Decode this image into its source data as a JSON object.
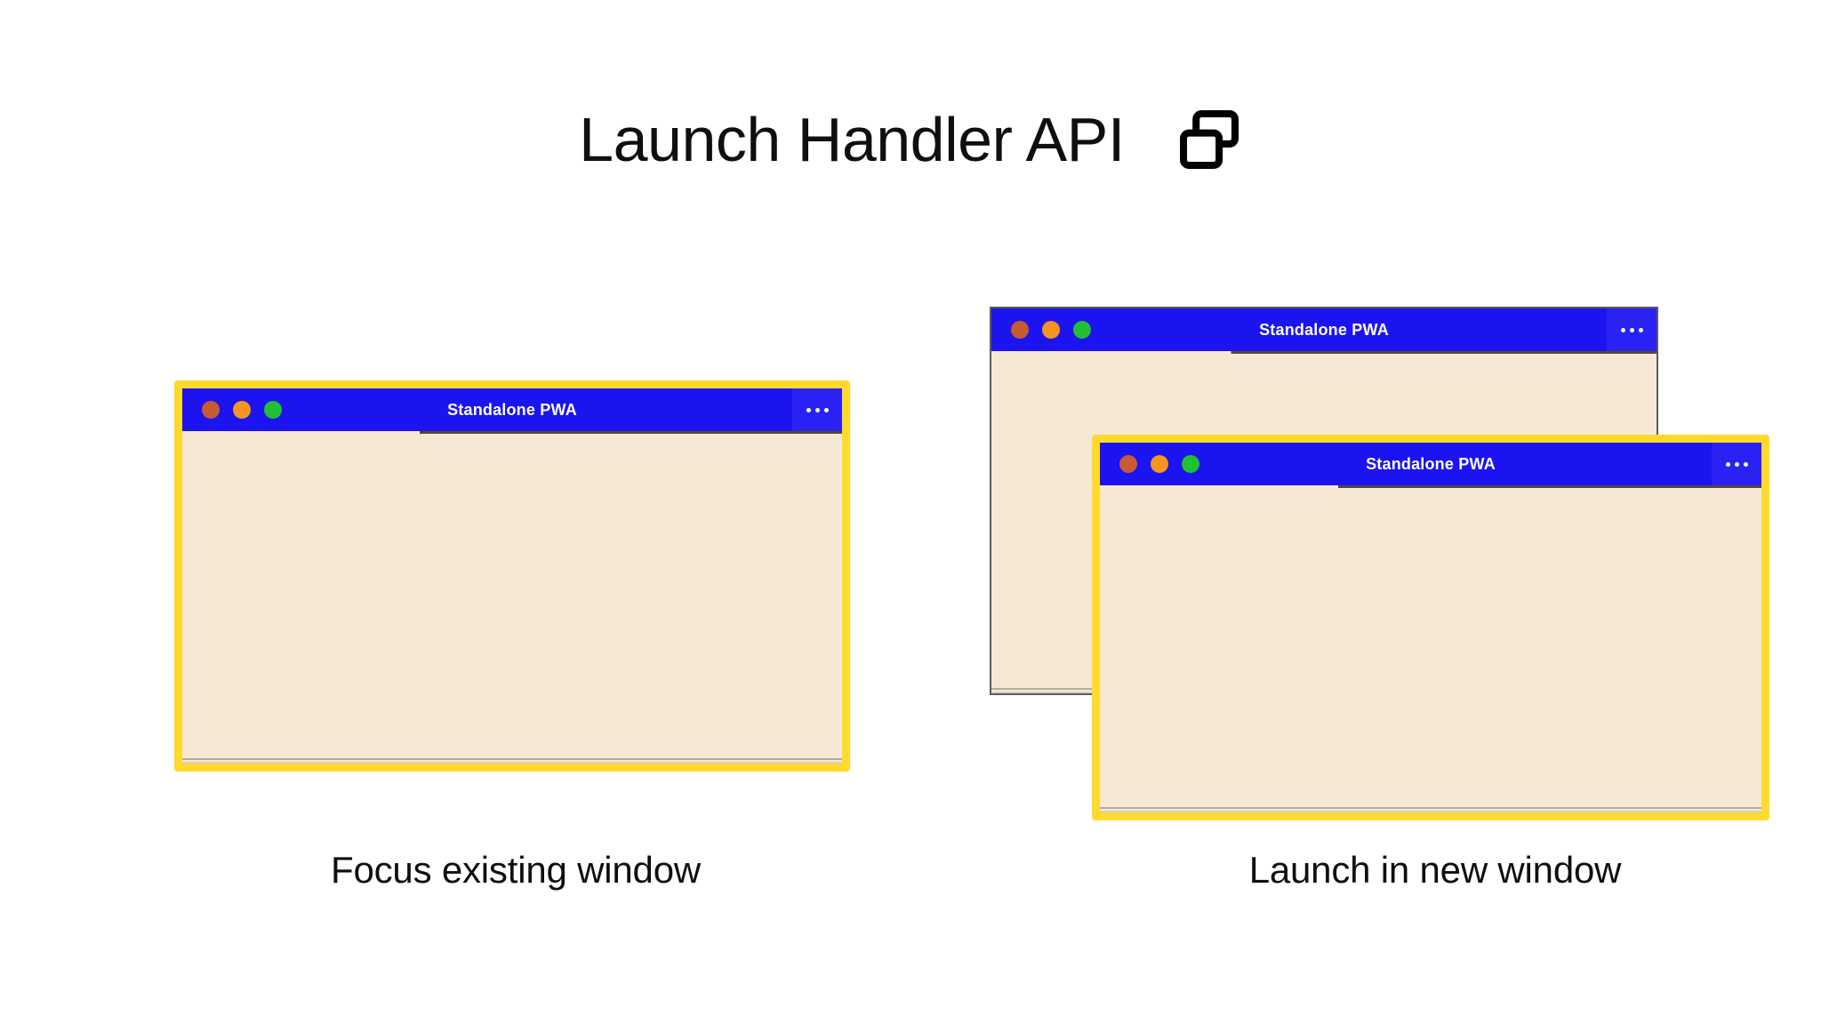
{
  "page": {
    "background_color": "#ffffff",
    "title": "Launch Handler API",
    "title_icon": "multiple-windows-icon"
  },
  "colors": {
    "titlebar_blue": "#1b14f0",
    "menu_blue": "#2a22f5",
    "window_body_cream": "#f7e8d6",
    "highlight_yellow": "#ffd92b",
    "plain_border_gray": "#5a5a5a",
    "dot_red": "#c75b31",
    "dot_yellow": "#f5941f",
    "dot_green": "#21c034",
    "text_black": "#0f0f0f",
    "titlebar_text": "#ffffff"
  },
  "windows": [
    {
      "id": "focus-existing",
      "title": "Standalone PWA",
      "focused": true,
      "menu_icon": "overflow-menu-icon",
      "traffic_lights": [
        "close-dot",
        "minimize-dot",
        "maximize-dot"
      ]
    },
    {
      "id": "background",
      "title": "Standalone PWA",
      "focused": false,
      "menu_icon": "overflow-menu-icon",
      "traffic_lights": [
        "close-dot",
        "minimize-dot",
        "maximize-dot"
      ]
    },
    {
      "id": "new",
      "title": "Standalone PWA",
      "focused": true,
      "menu_icon": "overflow-menu-icon",
      "traffic_lights": [
        "close-dot",
        "minimize-dot",
        "maximize-dot"
      ]
    }
  ],
  "captions": {
    "left": "Focus existing window",
    "right": "Launch in new window"
  }
}
